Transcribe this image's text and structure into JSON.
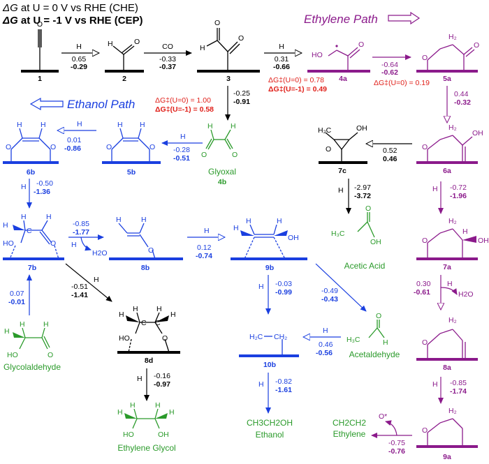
{
  "header": {
    "line1_prefix": "ΔG",
    "line1_text": " at U = 0 V vs RHE (CHE)",
    "line2_prefix": "ΔG",
    "line2_text": " at U = -1 V vs RHE (CEP)"
  },
  "paths": {
    "ethylene": "Ethylene Path",
    "ethanol": "Ethanol Path"
  },
  "colors": {
    "black": "#000000",
    "purple": "#8b1a8b",
    "blue": "#1a3fe0",
    "green": "#2a9a2a",
    "red": "#e0201a"
  },
  "species": {
    "s1": "1",
    "s2": "2",
    "s3": "3",
    "s4a": "4a",
    "s5a": "5a",
    "s6a": "6a",
    "s7a": "7a",
    "s8a": "8a",
    "s9a": "9a",
    "s4b": "4b",
    "s5b": "5b",
    "s6b": "6b",
    "s7b": "7b",
    "s8b": "8b",
    "s9b": "9b",
    "s10b": "10b",
    "s7c": "7c",
    "s8d": "8d"
  },
  "names": {
    "glyoxal": "Glyoxal",
    "acetic_acid": "Acetic Acid",
    "acetaldehyde": "Acetaldehyde",
    "glycolaldehyde": "Glycolaldehyde",
    "ethylene_glycol": "Ethylene Glycol",
    "ethanol": "Ethanol",
    "ethanol_formula": "CH3CH2OH",
    "ethylene": "Ethylene",
    "ethylene_formula": "CH2CH2"
  },
  "barriers": {
    "b4a_u0": "ΔG‡(U=0) = 0.78",
    "b4a_u1": "ΔG‡(U=-1) = 0.49",
    "b5a_u0": "ΔG‡(U=0) = 0.19",
    "b4b_u0": "ΔG‡(U=0) = 1.00",
    "b4b_u1": "ΔG‡(U=-1) = 0.58"
  },
  "steps": {
    "s1_2": {
      "reagent": "H",
      "u0": "0.65",
      "u1": "-0.29"
    },
    "s2_3": {
      "reagent": "CO",
      "u0": "-0.33",
      "u1": "-0.37"
    },
    "s3_4a": {
      "reagent": "H",
      "u0": "0.31",
      "u1": "-0.66"
    },
    "s4a_5a": {
      "u0": "-0.64",
      "u1": "-0.62"
    },
    "s5a_6a": {
      "u0": "0.44",
      "u1": "-0.32"
    },
    "s6a_7c": {
      "u0": "0.52",
      "u1": "0.46"
    },
    "s6a_7a": {
      "reagent": "H",
      "u0": "-0.72",
      "u1": "-1.96"
    },
    "s7a_8a": {
      "reagent": "H",
      "product": "H2O",
      "u0": "0.30",
      "u1": "-0.61"
    },
    "s8a_9a": {
      "reagent": "H",
      "u0": "-0.85",
      "u1": "-1.74"
    },
    "s9a_eth": {
      "product": "O*",
      "u0": "-0.75",
      "u1": "-0.76"
    },
    "s7c_aa": {
      "reagent": "H",
      "u0": "-2.97",
      "u1": "-3.72"
    },
    "s3_4b": {
      "u0": "-0.25",
      "u1": "-0.91"
    },
    "s4b_5b": {
      "reagent": "H",
      "u0": "-0.28",
      "u1": "-0.51"
    },
    "s5b_6b": {
      "reagent": "H",
      "u0": "0.01",
      "u1": "-0.86"
    },
    "s6b_7b": {
      "reagent": "H",
      "u0": "-0.50",
      "u1": "-1.36"
    },
    "s7b_8b": {
      "reagent": "H",
      "product": "H2O",
      "u0": "-0.85",
      "u1": "-1.77"
    },
    "s8b_9b": {
      "reagent": "H",
      "u0": "0.12",
      "u1": "-0.74"
    },
    "s7b_8d": {
      "reagent": "H",
      "u0": "-0.51",
      "u1": "-1.41"
    },
    "s9b_10b": {
      "reagent": "H",
      "u0": "-0.03",
      "u1": "-0.99"
    },
    "s9b_acet": {
      "u0": "-0.49",
      "u1": "-0.43"
    },
    "s10b_acet": {
      "reagent": "H",
      "u0": "0.46",
      "u1": "-0.56"
    },
    "s10b_etoh": {
      "reagent": "H",
      "u0": "-0.82",
      "u1": "-1.61"
    },
    "s8d_eg": {
      "reagent": "H",
      "u0": "-0.16",
      "u1": "-0.97"
    },
    "sglyc_7b": {
      "u0": "0.07",
      "u1": "-0.01"
    }
  }
}
